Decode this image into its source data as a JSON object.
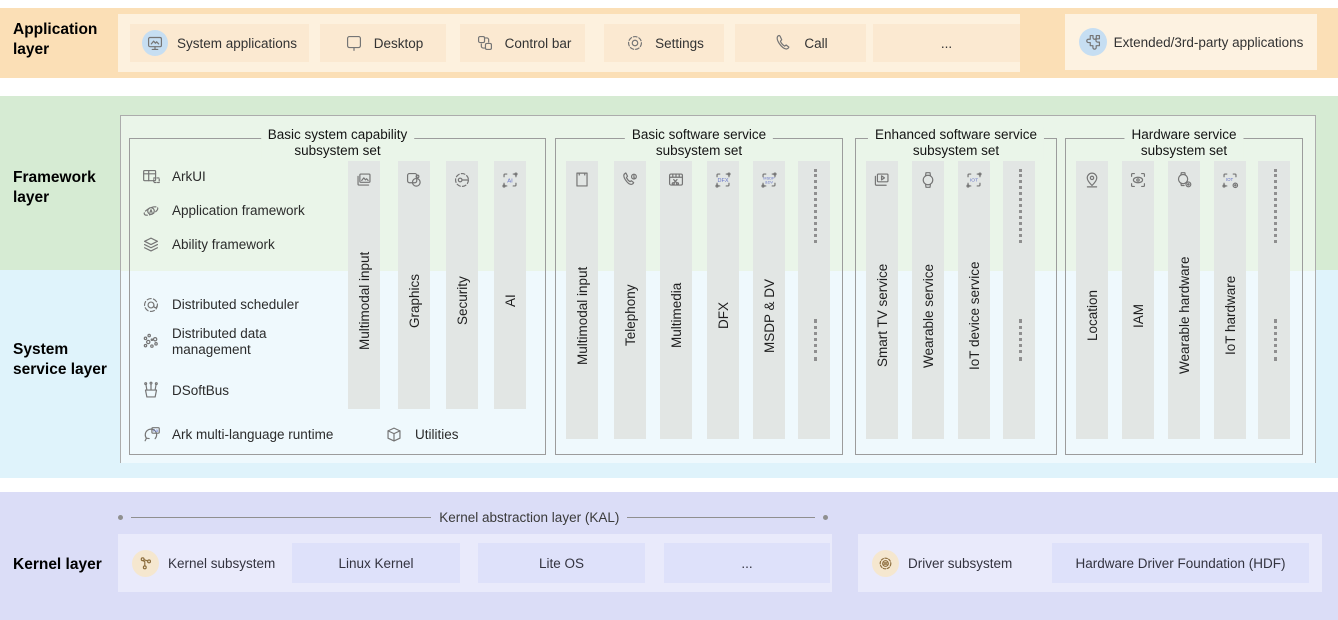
{
  "app_layer": {
    "label": "Application layer",
    "items": [
      {
        "icon": "system-applications-icon",
        "label": "System applications"
      },
      {
        "icon": "desktop-icon",
        "label": "Desktop"
      },
      {
        "icon": "control-bar-icon",
        "label": "Control bar"
      },
      {
        "icon": "settings-icon",
        "label": "Settings"
      },
      {
        "icon": "call-icon",
        "label": "Call"
      },
      {
        "icon": "ellipsis-icon",
        "label": "..."
      }
    ],
    "extended": {
      "icon": "puzzle-icon",
      "label": "Extended/3rd-party applications"
    }
  },
  "framework_layer": {
    "label": "Framework layer",
    "items": [
      {
        "icon": "arkui-icon",
        "label": "ArkUI"
      },
      {
        "icon": "application-framework-icon",
        "label": "Application framework"
      },
      {
        "icon": "ability-framework-icon",
        "label": "Ability framework"
      }
    ]
  },
  "system_service_layer": {
    "label": "System service layer",
    "items": [
      {
        "icon": "distributed-scheduler-icon",
        "label": "Distributed scheduler"
      },
      {
        "icon": "distributed-data-management-icon",
        "label": "Distributed data management"
      },
      {
        "icon": "dsoftbus-icon",
        "label": "DSoftBus"
      },
      {
        "icon": "ark-runtime-icon",
        "label": "Ark multi-language runtime"
      },
      {
        "icon": "utilities-icon",
        "label": "Utilities"
      }
    ]
  },
  "subsystem_groups": [
    {
      "title_line1": "Basic system capability",
      "title_line2": "subsystem set",
      "bars": [
        {
          "icon": "photos-icon",
          "label": "Multimodal input"
        },
        {
          "icon": "graphics-icon",
          "label": "Graphics"
        },
        {
          "icon": "security-icon",
          "label": "Security"
        },
        {
          "icon": "ai-chip-icon",
          "label": "AI"
        }
      ],
      "has_more_column": false
    },
    {
      "title_line1": "Basic software service",
      "title_line2": "subsystem set",
      "bars": [
        {
          "icon": "panel-icon",
          "label": "Multimodal input"
        },
        {
          "icon": "telephony-icon",
          "label": "Telephony"
        },
        {
          "icon": "multimedia-icon",
          "label": "Multimedia"
        },
        {
          "icon": "dfx-chip-icon",
          "label": "DFX"
        },
        {
          "icon": "msdp-dv-chip-icon",
          "label": "MSDP & DV"
        }
      ],
      "has_more_column": true
    },
    {
      "title_line1": "Enhanced software service",
      "title_line2": "subsystem set",
      "bars": [
        {
          "icon": "smart-tv-icon",
          "label": "Smart TV service"
        },
        {
          "icon": "wearable-service-icon",
          "label": "Wearable service"
        },
        {
          "icon": "iot-chip-icon",
          "label": "IoT device service"
        }
      ],
      "has_more_column": true
    },
    {
      "title_line1": "Hardware service",
      "title_line2": "subsystem set",
      "bars": [
        {
          "icon": "location-icon",
          "label": "Location"
        },
        {
          "icon": "iam-icon",
          "label": "IAM"
        },
        {
          "icon": "wearable-hardware-icon",
          "label": "Wearable hardware"
        },
        {
          "icon": "iot-hardware-icon",
          "label": "IoT hardware"
        }
      ],
      "has_more_column": true
    }
  ],
  "kernel_layer": {
    "label": "Kernel layer",
    "kal_label": "Kernel abstraction layer (KAL)",
    "kernel_subsystem": {
      "icon": "kernel-subsystem-icon",
      "label": "Kernel subsystem",
      "boxes": [
        "Linux Kernel",
        "Lite OS",
        "..."
      ]
    },
    "driver_subsystem": {
      "icon": "driver-subsystem-icon",
      "label": "Driver subsystem",
      "boxes": [
        "Hardware Driver Foundation (HDF)"
      ]
    }
  },
  "colors": {
    "app_band": "#fbdfb6",
    "app_panel": "#fdf1de",
    "app_item": "#fbe9d1",
    "framework_band": "#d6ebd3",
    "system_band": "#dff3fb",
    "kernel_band": "#dbddf7",
    "kernel_panel": "#e9eafb",
    "kernel_box": "#dee1fa",
    "bar_gray": "#e2e6e4",
    "icon_circle_blue": "#c6def2",
    "icon_circle_beige": "#f5e7cf",
    "chip_text_blue": "#6674c8"
  }
}
